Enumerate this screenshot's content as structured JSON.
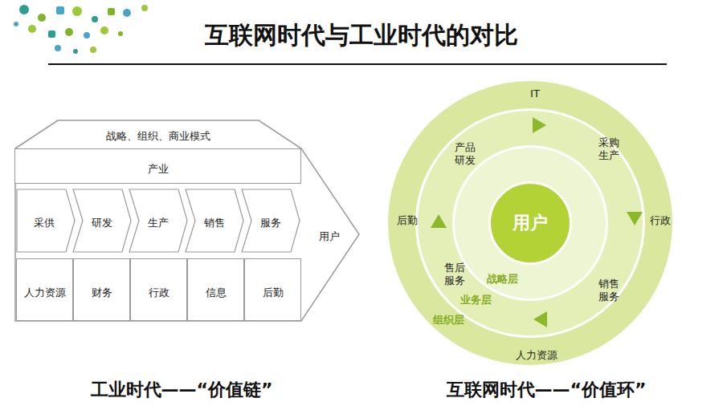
{
  "diagram": {
    "title": "互联网时代与工业时代的对比",
    "nodes": [
      {
        "text": [
          "战略、组织、商业模式",
          "用户"
        ]
      },
      {
        "text": [
          "产业"
        ],
        "in": 0
      },
      {
        "text": [
          "采供"
        ],
        "in": 0
      },
      {
        "text": [
          "研发"
        ],
        "in": 0
      },
      {
        "text": [
          "生产"
        ],
        "in": 0
      },
      {
        "text": [
          "销售"
        ],
        "in": 0
      },
      {
        "text": [
          "服务"
        ],
        "in": 0
      },
      {
        "text": [
          "人力资源"
        ],
        "in": 0
      },
      {
        "text": [
          "财务"
        ],
        "in": 0
      },
      {
        "text": [
          "行政"
        ],
        "in": 0
      },
      {
        "text": [
          "信息"
        ],
        "in": 0
      },
      {
        "text": [
          "后勤"
        ],
        "in": 0
      },
      {
        "text": [
          "IT",
          "行政",
          "后勤",
          "组织层",
          "人力资源"
        ]
      },
      {
        "text": [
          "产品 研发",
          "采购 生产",
          "售后 服务",
          "业务层",
          "销售 服务"
        ],
        "in": 12
      },
      {
        "text": [
          "战略层"
        ],
        "in": 13
      },
      {
        "text": [
          "用户"
        ],
        "in": 14
      }
    ],
    "labels": [
      "工业时代——“价值链”",
      "互联网时代——“价值环”"
    ]
  }
}
